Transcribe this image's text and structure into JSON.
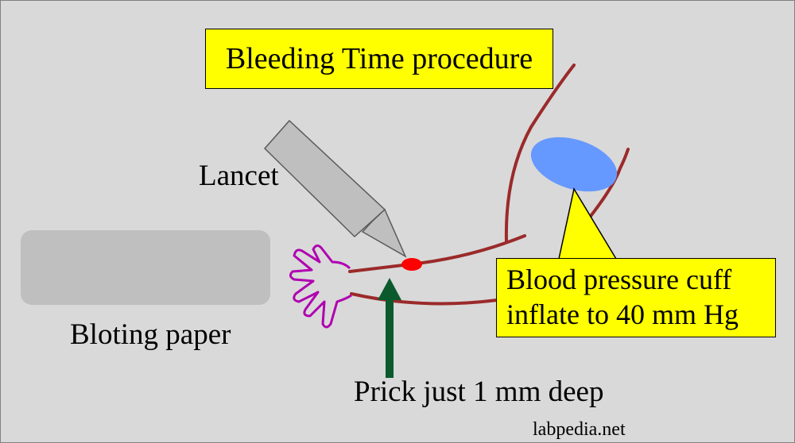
{
  "title": "Bleeding Time procedure",
  "labels": {
    "lancet": "Lancet",
    "blotting_paper": "Bloting paper",
    "prick": "Prick just 1 mm deep",
    "cuff_line1": "Blood pressure cuff",
    "cuff_line2": "inflate to 40 mm Hg",
    "watermark": "labpedia.net"
  },
  "colors": {
    "background": "#d9d9d9",
    "callout": "#ffff00",
    "arm_outline": "#9b2a2a",
    "hand_outline": "#b000b0",
    "cuff": "#6699ff",
    "prick_site": "#ff0000",
    "arrow": "#0b5a2e",
    "lancet": "#bfbfbf",
    "paper": "#bfbfbf"
  }
}
